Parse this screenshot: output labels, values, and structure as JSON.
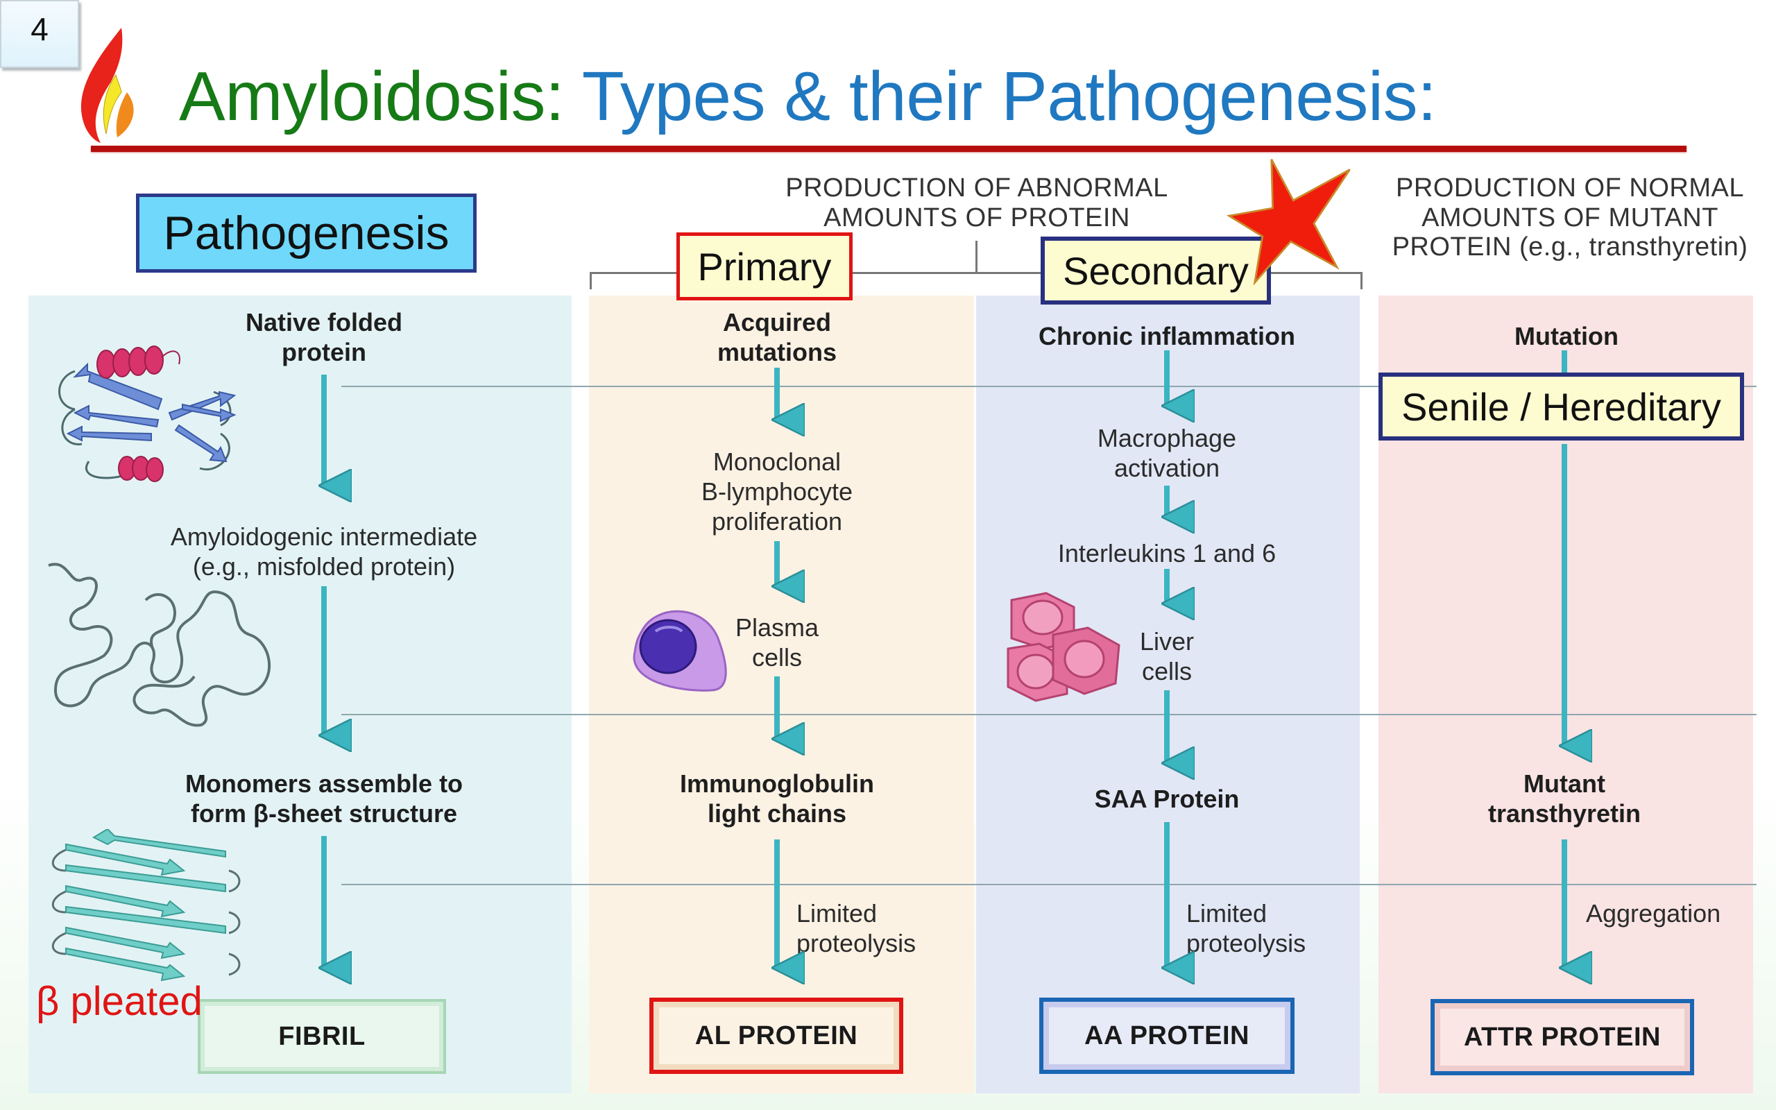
{
  "slide": {
    "number": "4",
    "title_part1": "Amyloidosis: ",
    "title_part2": "Types & their Pathogenesis:"
  },
  "colors": {
    "title_green": "#167a16",
    "title_blue": "#1f78c0",
    "rule_red": "#b50d0d",
    "arrow_teal": "#3bb5c0",
    "primary_red": "#e01414",
    "navy": "#28307f"
  },
  "headers": {
    "pathogenesis": "Pathogenesis",
    "abnormal_amounts": [
      "PRODUCTION OF ABNORMAL",
      "AMOUNTS OF PROTEIN"
    ],
    "normal_amounts": [
      "PRODUCTION OF NORMAL",
      "AMOUNTS OF MUTANT",
      "PROTEIN (e.g., transthyretin)"
    ],
    "primary": "Primary",
    "secondary": "Secondary",
    "senile_hereditary": "Senile / Hereditary"
  },
  "columns": {
    "general": {
      "step1": [
        "Native folded",
        "protein"
      ],
      "step2": [
        "Amyloidogenic intermediate",
        "(e.g., misfolded protein)"
      ],
      "step3": [
        "Monomers assemble to",
        "form β-sheet structure"
      ],
      "result": "FIBRIL",
      "annotation": "β pleated"
    },
    "primary": {
      "step1": [
        "Acquired",
        "mutations"
      ],
      "step2": [
        "Monoclonal",
        "B-lymphocyte",
        "proliferation"
      ],
      "step3": [
        "Plasma",
        "cells"
      ],
      "step4": [
        "Immunoglobulin",
        "light chains"
      ],
      "process": [
        "Limited",
        "proteolysis"
      ],
      "result": "AL PROTEIN"
    },
    "secondary": {
      "step1": "Chronic inflammation",
      "step2": [
        "Macrophage",
        "activation"
      ],
      "step3": "Interleukins 1 and 6",
      "step4": [
        "Liver",
        "cells"
      ],
      "step5": "SAA Protein",
      "process": [
        "Limited",
        "proteolysis"
      ],
      "result": "AA PROTEIN"
    },
    "hereditary": {
      "step1": "Mutation",
      "step2": [
        "Mutant",
        "transthyretin"
      ],
      "process": "Aggregation",
      "result": "ATTR PROTEIN"
    }
  }
}
